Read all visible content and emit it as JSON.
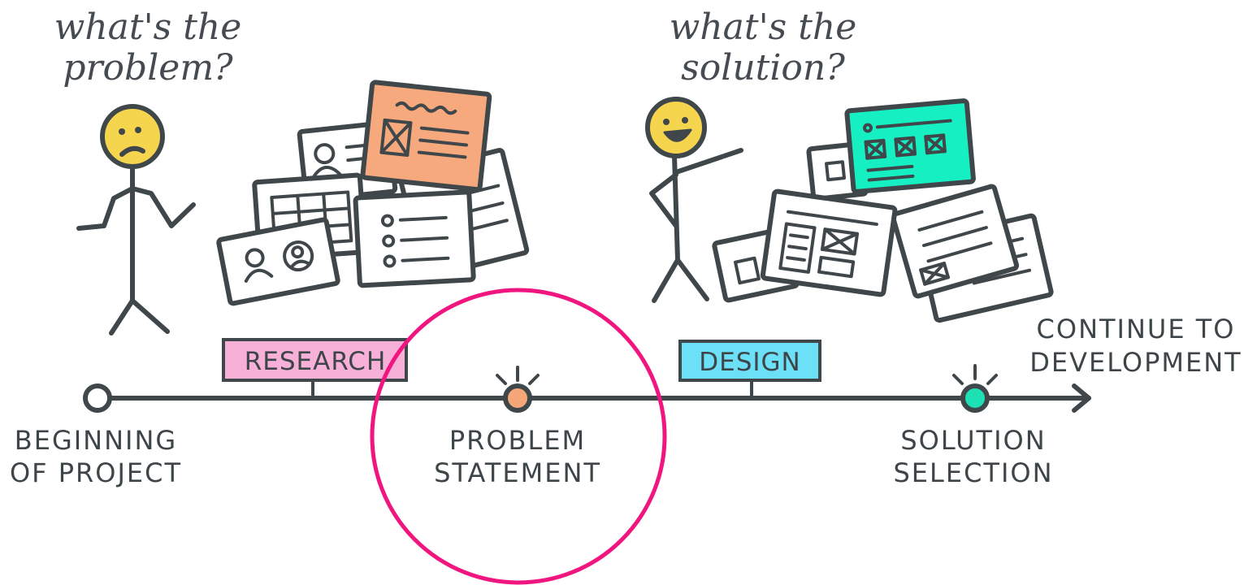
{
  "questions": {
    "problem": {
      "line1": "what's the",
      "line2": "problem?"
    },
    "solution": {
      "line1": "what's the",
      "line2": "solution?"
    }
  },
  "phases": {
    "research": {
      "label": "RESEARCH",
      "color": "#f7b1d8"
    },
    "design": {
      "label": "DESIGN",
      "color": "#6be0f7"
    }
  },
  "milestones": {
    "beginning": {
      "line1": "BEGINNING",
      "line2": "OF PROJECT",
      "color": "#ffffff"
    },
    "problem_statement": {
      "line1": "PROBLEM",
      "line2": "STATEMENT",
      "color": "#f5a77a"
    },
    "solution_selection": {
      "line1": "SOLUTION",
      "line2": "SELECTION",
      "color": "#1de0b4"
    }
  },
  "end_label": {
    "line1": "CONTINUE TO",
    "line2": "DEVELOPMENT"
  },
  "colors": {
    "ink": "#40474b",
    "face": "#f5d54e",
    "orange_card": "#f7a97e",
    "green_card": "#16efc1",
    "highlight_circle": "#f0157f"
  }
}
